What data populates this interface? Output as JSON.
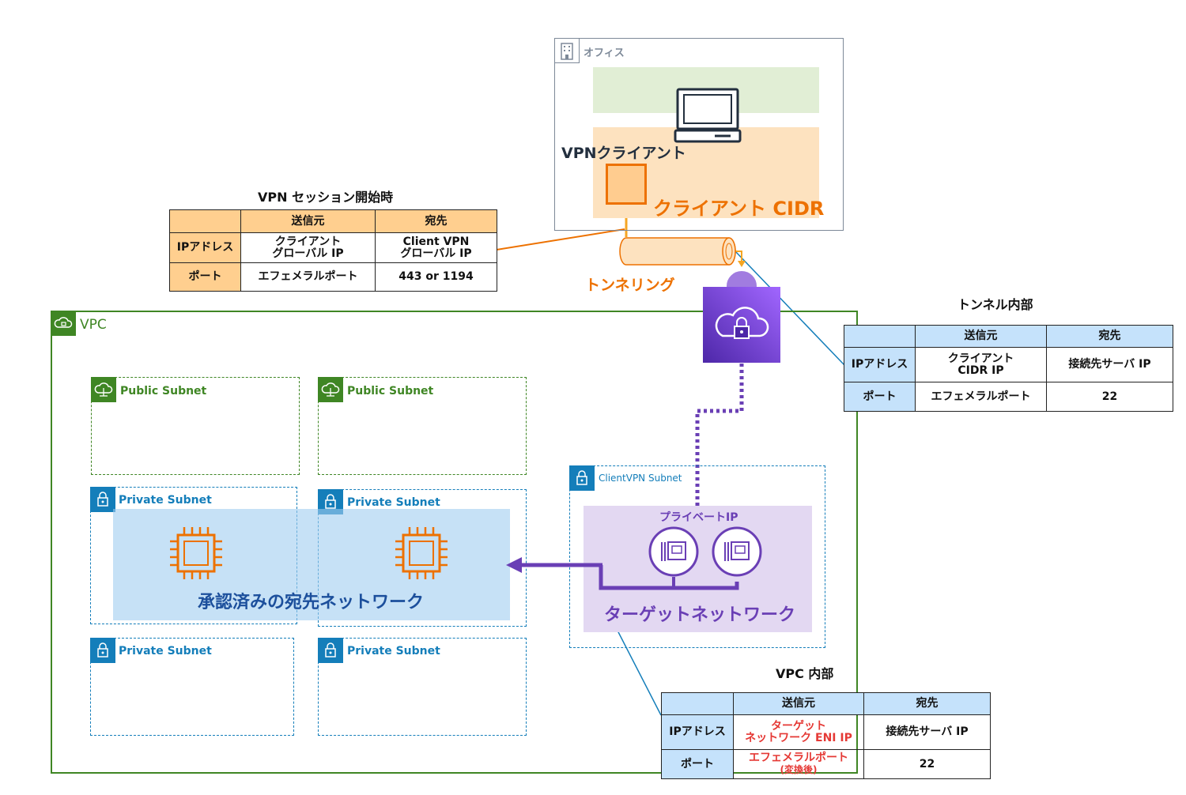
{
  "office": {
    "label": "オフィス"
  },
  "vpn_client": {
    "label": "VPNクライアント"
  },
  "client_cidr": {
    "label": "クライアント CIDR"
  },
  "tunneling": {
    "label": "トンネリング"
  },
  "vpc": {
    "label": "VPC"
  },
  "subnets": {
    "public1": "Public Subnet",
    "public2": "Public Subnet",
    "private1": "Private Subnet",
    "private2": "Private Subnet",
    "private3": "Private Subnet",
    "private4": "Private Subnet",
    "clientvpn": "ClientVPN Subnet"
  },
  "authorized_network": {
    "label": "承認済みの宛先ネットワーク"
  },
  "private_ip": {
    "label": "プライベートIP"
  },
  "target_network": {
    "label": "ターゲットネットワーク"
  },
  "session_table": {
    "title": "VPN セッション開始時",
    "header": [
      "",
      "送信元",
      "宛先"
    ],
    "rows": [
      {
        "label": "IPアドレス",
        "src1": "クライアント",
        "src2": "グローバル IP",
        "dst1": "Client VPN",
        "dst2": "グローバル IP"
      },
      {
        "label": "ポート",
        "src": "エフェメラルポート",
        "dst": "443 or 1194"
      }
    ]
  },
  "tunnel_table": {
    "title": "トンネル内部",
    "header": [
      "",
      "送信元",
      "宛先"
    ],
    "rows": [
      {
        "label": "IPアドレス",
        "src1": "クライアント",
        "src2": "CIDR IP",
        "dst": "接続先サーバ IP"
      },
      {
        "label": "ポート",
        "src": "エフェメラルポート",
        "dst": "22"
      }
    ]
  },
  "vpc_table": {
    "title": "VPC 内部",
    "header": [
      "",
      "送信元",
      "宛先"
    ],
    "rows": [
      {
        "label": "IPアドレス",
        "src1": "ターゲット",
        "src2": "ネットワーク ENI IP",
        "dst": "接続先サーバ IP"
      },
      {
        "label": "ポート",
        "src1": "エフェメラルポート",
        "src2": "(変換後)",
        "dst": "22"
      }
    ]
  },
  "colors": {
    "vpc_green": "#3f8624",
    "subnet_blue": "#147eba",
    "orange": "#ed7100",
    "purple": "#6a3fb5",
    "office_gray": "#7d8998"
  }
}
